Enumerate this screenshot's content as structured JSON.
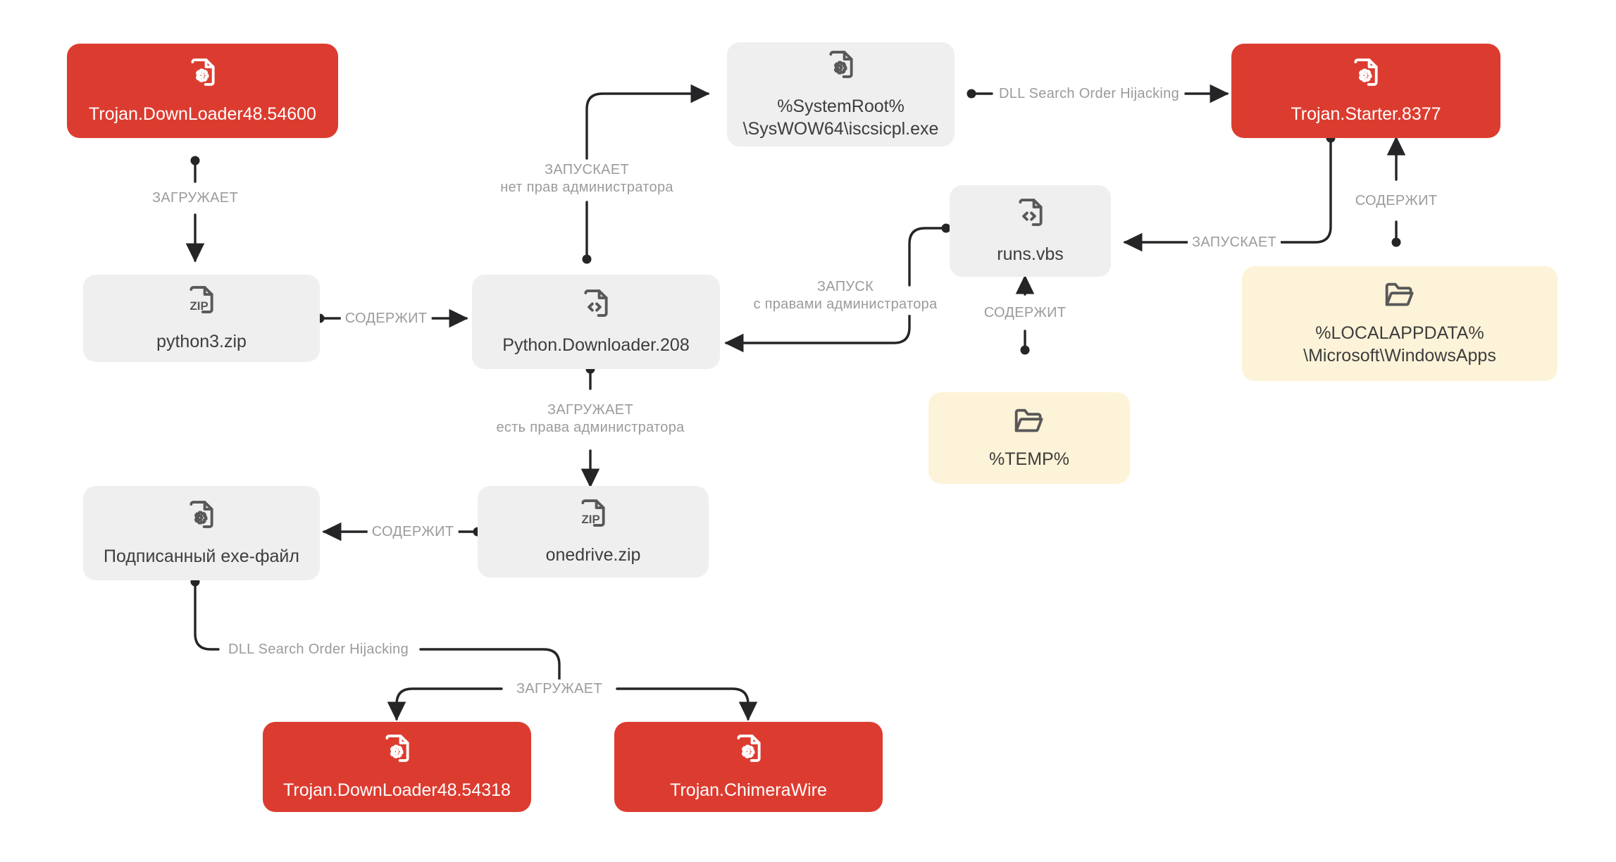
{
  "diagram": {
    "title": "Malware infection chain",
    "colors": {
      "malicious": "#dc3c30",
      "file": "#efefef",
      "folder": "#fdf3d8",
      "edge": "#252528",
      "edge_label": "#9b9b9b",
      "background": "#ffffff"
    },
    "nodes": [
      {
        "id": "downloader54600",
        "label": "Trojan.DownLoader48.54600",
        "icon": "file-gear-icon",
        "kind": "malicious"
      },
      {
        "id": "python3zip",
        "label": "python3.zip",
        "icon": "file-zip-icon",
        "kind": "file"
      },
      {
        "id": "pythondownloader",
        "label": "Python.Downloader.208",
        "icon": "file-code-icon",
        "kind": "file"
      },
      {
        "id": "iscsicpl",
        "label": "%SystemRoot%\n\\SysWOW64\\iscsicpl.exe",
        "line1": "%SystemRoot%",
        "line2": "\\SysWOW64\\iscsicpl.exe",
        "icon": "file-gear-icon",
        "kind": "file"
      },
      {
        "id": "starter8377",
        "label": "Trojan.Starter.8377",
        "icon": "file-gear-icon",
        "kind": "malicious"
      },
      {
        "id": "runsvbs",
        "label": "runs.vbs",
        "icon": "file-code-icon",
        "kind": "file"
      },
      {
        "id": "localappdata",
        "label": "%LOCALAPPDATA%\n\\Microsoft\\WindowsApps",
        "line1": "%LOCALAPPDATA%",
        "line2": "\\Microsoft\\WindowsApps",
        "icon": "folder-open-icon",
        "kind": "folder"
      },
      {
        "id": "temp",
        "label": "%TEMP%",
        "icon": "folder-open-icon",
        "kind": "folder"
      },
      {
        "id": "onedrivezip",
        "label": "onedrive.zip",
        "icon": "file-zip-icon",
        "kind": "file"
      },
      {
        "id": "signedexe",
        "label": "Подписанный exe-файл",
        "icon": "file-gear-icon",
        "kind": "file"
      },
      {
        "id": "downloader54318",
        "label": "Trojan.DownLoader48.54318",
        "icon": "file-gear-icon",
        "kind": "malicious"
      },
      {
        "id": "chimerawire",
        "label": "Trojan.ChimeraWire",
        "icon": "file-gear-icon",
        "kind": "malicious"
      }
    ],
    "edges": [
      {
        "id": "e1",
        "from": "downloader54600",
        "to": "python3zip",
        "label": "ЗАГРУЖАЕТ"
      },
      {
        "id": "e2",
        "from": "python3zip",
        "to": "pythondownloader",
        "label": "СОДЕРЖИТ"
      },
      {
        "id": "e3",
        "from": "pythondownloader",
        "to": "iscsicpl",
        "label_line1": "ЗАПУСКАЕТ",
        "label_line2": "нет прав администратора"
      },
      {
        "id": "e4",
        "from": "iscsicpl",
        "to": "starter8377",
        "label": "DLL Search Order Hijacking"
      },
      {
        "id": "e5",
        "from": "starter8377",
        "to": "runsvbs",
        "label": "ЗАПУСКАЕТ"
      },
      {
        "id": "e6",
        "from": "starter8377",
        "to": "localappdata",
        "label": "СОДЕРЖИТ"
      },
      {
        "id": "e7",
        "from": "temp",
        "to": "runsvbs",
        "label": "СОДЕРЖИТ"
      },
      {
        "id": "e8",
        "from": "runsvbs",
        "to": "pythondownloader",
        "label_line1": "ЗАПУСК",
        "label_line2": "с правами администратора"
      },
      {
        "id": "e9",
        "from": "pythondownloader",
        "to": "onedrivezip",
        "label_line1": "ЗАГРУЖАЕТ",
        "label_line2": "есть права администратора"
      },
      {
        "id": "e10",
        "from": "onedrivezip",
        "to": "signedexe",
        "label": "СОДЕРЖИТ"
      },
      {
        "id": "e11",
        "from": "signedexe",
        "to": "downloader54318",
        "label": "DLL Search Order Hijacking",
        "label2": "ЗАГРУЖАЕТ"
      },
      {
        "id": "e12",
        "from": "signedexe",
        "to": "chimerawire",
        "label": "ЗАГРУЖАЕТ"
      }
    ],
    "edge_labels": {
      "zagruzhaet": "ЗАГРУЖАЕТ",
      "soderzhit": "СОДЕРЖИТ",
      "zapuskaet": "ЗАПУСКАЕТ",
      "zapusk": "ЗАПУСК",
      "net_prav": "нет прав администратора",
      "est_prav": "есть права администратора",
      "s_pravami": "с правами администратора",
      "dll_hijack": "DLL Search Order Hijacking"
    }
  }
}
